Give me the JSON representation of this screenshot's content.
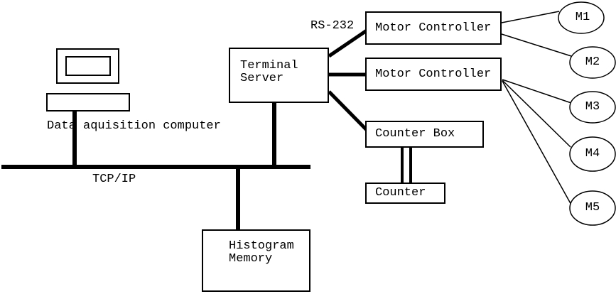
{
  "diagram": {
    "title_hint": "beamline control system block diagram",
    "colors": {
      "ink": "#000000",
      "background": "#ffffff"
    },
    "computer": {
      "label": "Data aquisition computer"
    },
    "network": {
      "bus_label": "TCP/IP",
      "serial_label": "RS-232"
    },
    "terminal_server": {
      "line1": "Terminal",
      "line2": "Server"
    },
    "motor_controllers": [
      {
        "label": "Motor Controller"
      },
      {
        "label": "Motor Controller"
      }
    ],
    "counter_box": {
      "label": "Counter Box"
    },
    "counter": {
      "label": "Counter"
    },
    "histogram_memory": {
      "line1": "Histogram",
      "line2": "Memory"
    },
    "motors": [
      {
        "label": "M1"
      },
      {
        "label": "M2"
      },
      {
        "label": "M3"
      },
      {
        "label": "M4"
      },
      {
        "label": "M5"
      }
    ]
  }
}
